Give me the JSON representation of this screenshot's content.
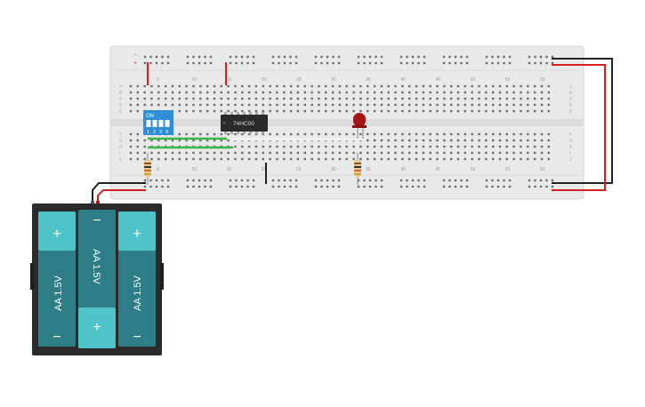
{
  "breadboard": {
    "top_numbers": [
      "5",
      "10",
      "15",
      "20",
      "25",
      "30",
      "35",
      "40",
      "45",
      "50",
      "55",
      "60"
    ],
    "bottom_numbers": [
      "5",
      "10",
      "15",
      "20",
      "25",
      "30",
      "35",
      "40",
      "45",
      "50",
      "55",
      "60"
    ],
    "row_letters_top": [
      "A",
      "B",
      "C",
      "D",
      "E"
    ],
    "row_letters_bottom": [
      "F",
      "G",
      "H",
      "I",
      "J"
    ],
    "rail_minus": "−",
    "rail_plus": "+"
  },
  "dip_switch": {
    "label": "ON",
    "numbers": [
      "1",
      "2",
      "3",
      "4"
    ],
    "color": "#2f8fd6"
  },
  "ic_chip": {
    "label": "74HC00",
    "color": "#2b2b2b"
  },
  "led": {
    "color": "#a81414"
  },
  "battery_pack": {
    "cells": [
      {
        "label": "AA 1.5V",
        "top_sign": "+",
        "bottom_sign": "−"
      },
      {
        "label": "AA 1.5V",
        "top_sign": "−",
        "bottom_sign": "+"
      },
      {
        "label": "AA 1.5V",
        "top_sign": "+",
        "bottom_sign": "−"
      }
    ],
    "cell_color": "#2d7e86",
    "terminal_color": "#4fc4c8"
  },
  "wire_colors": {
    "positive": "#d42020",
    "negative": "#222222",
    "signal": "#39b54a"
  }
}
